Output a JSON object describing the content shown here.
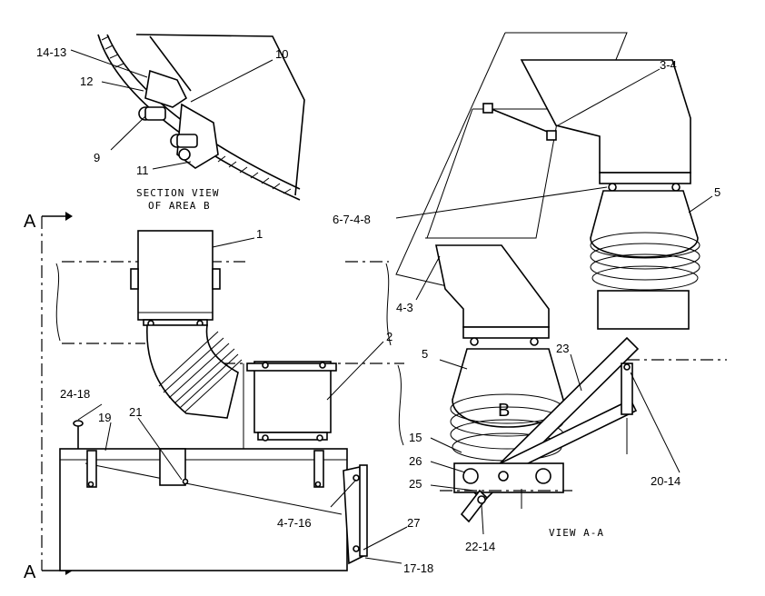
{
  "section_view": {
    "title_line1": "SECTION VIEW",
    "title_line2": "OF AREA B",
    "callouts": [
      "14-13",
      "12",
      "9",
      "11",
      "10"
    ]
  },
  "main_view": {
    "section_mark_top": "A",
    "section_mark_bottom": "A",
    "callouts": [
      "1",
      "2",
      "24-18",
      "19",
      "21",
      "4-7-16",
      "27",
      "17-18"
    ]
  },
  "view_aa": {
    "title": "VIEW A-A",
    "area_marker": "B",
    "callouts": [
      "3-4",
      "5",
      "6-7-4-8",
      "4-3",
      "5",
      "23",
      "15",
      "26",
      "25",
      "22-14",
      "20-14"
    ]
  },
  "colors": {
    "ink": "#000000",
    "paper": "#ffffff"
  }
}
